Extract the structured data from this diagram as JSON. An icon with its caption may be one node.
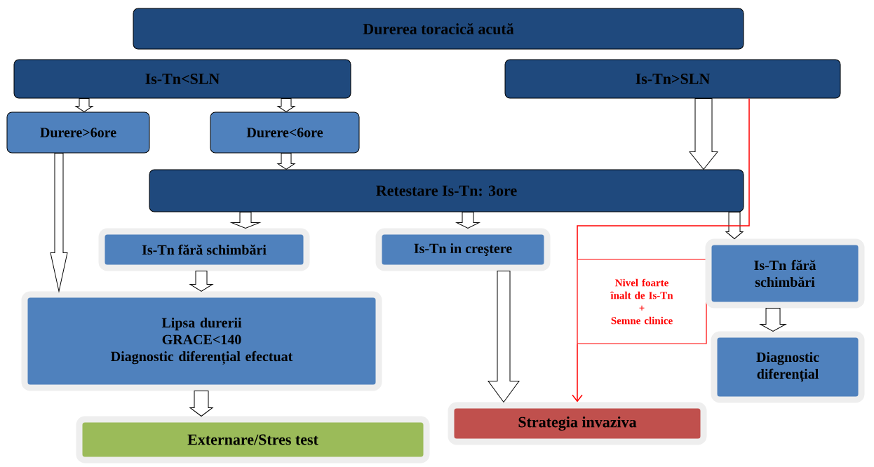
{
  "diagram": {
    "nodes": [
      {
        "text": [
          "Durerea toracică acută"
        ]
      },
      {
        "text": [
          "Is-Tn<SLN"
        ]
      },
      {
        "text": [
          "Is-Tn>SLN"
        ]
      },
      {
        "text": [
          "Durere>6ore"
        ]
      },
      {
        "text": [
          "Durere<6ore"
        ]
      },
      {
        "text": [
          "Retestare Is-Tn: 3ore"
        ]
      },
      {
        "text": [
          "Is-Tn fără schimbări"
        ]
      },
      {
        "text": [
          "Is-Tn in creştere"
        ]
      },
      {
        "text": [
          "Nivel foarte înalt de Is-Tn",
          "+",
          "Semne clinice"
        ]
      },
      {
        "text": [
          "Is-Tn fără schimbări"
        ]
      },
      {
        "text": [
          "Lipsa durerii",
          "GRACE<140",
          "Diagnostic diferențial efectuat"
        ]
      },
      {
        "text": [
          "Diagnostic diferențial"
        ]
      },
      {
        "text": [
          "Externare/Stres test"
        ]
      },
      {
        "text": [
          "Strategia invaziva"
        ]
      }
    ],
    "edges": [
      {
        "from": 1,
        "to": 3,
        "arrow": "to"
      },
      {
        "from": 1,
        "to": 4,
        "arrow": "to"
      },
      {
        "from": 4,
        "to": 5,
        "arrow": "to"
      },
      {
        "from": 2,
        "to": 5,
        "arrow": "to"
      },
      {
        "from": 3,
        "to": 10,
        "arrow": "to"
      },
      {
        "from": 5,
        "to": 6,
        "arrow": "to"
      },
      {
        "from": 5,
        "to": 7,
        "arrow": "to"
      },
      {
        "from": 5,
        "to": 9,
        "arrow": "to"
      },
      {
        "from": 6,
        "to": 10,
        "arrow": "to"
      },
      {
        "from": 7,
        "to": 13,
        "arrow": "to"
      },
      {
        "from": 9,
        "to": 11,
        "arrow": "to"
      },
      {
        "from": 10,
        "to": 12,
        "arrow": "to"
      },
      {
        "from": 2,
        "to": 8,
        "arrow": "none",
        "color": "#ff0000"
      },
      {
        "from": 8,
        "to": 13,
        "arrow": "to",
        "color": "#ff0000"
      }
    ]
  }
}
